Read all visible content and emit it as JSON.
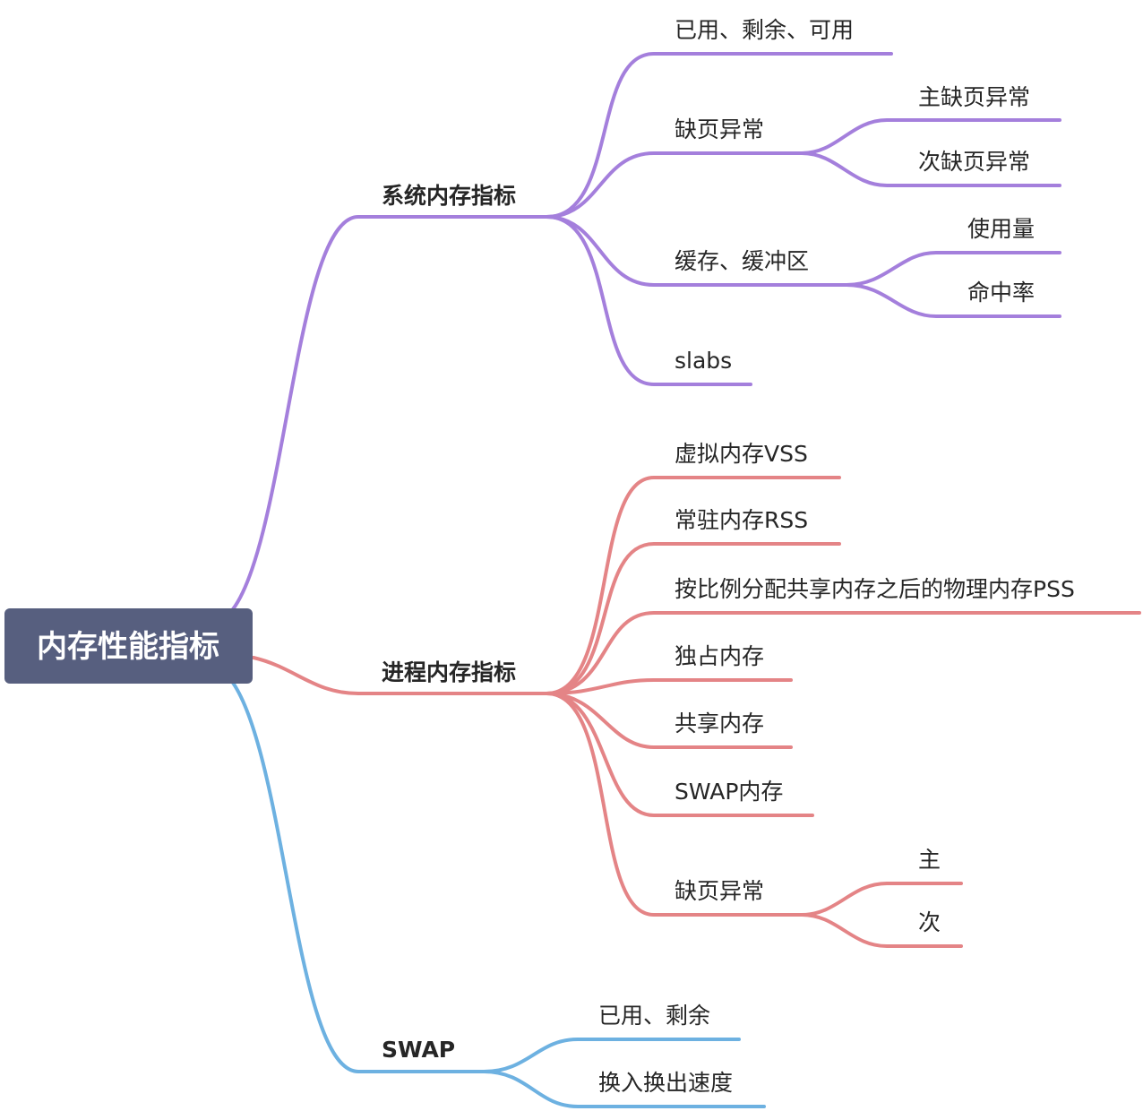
{
  "colors": {
    "root_bg": "#575f7f",
    "root_text": "#ffffff",
    "branch_system": "#a47fdc",
    "branch_process": "#e48486",
    "branch_swap": "#6db1e1",
    "text": "#262626"
  },
  "root": {
    "label": "内存性能指标"
  },
  "branches": {
    "system": {
      "label": "系统内存指标",
      "items": {
        "used": {
          "label": "已用、剩余、可用"
        },
        "pagefault": {
          "label": "缺页异常",
          "children": {
            "major": "主缺页异常",
            "minor": "次缺页异常"
          }
        },
        "cache": {
          "label": "缓存、缓冲区",
          "children": {
            "usage": "使用量",
            "hitrate": "命中率"
          }
        },
        "slabs": {
          "label": "slabs"
        }
      }
    },
    "process": {
      "label": "进程内存指标",
      "items": {
        "vss": {
          "label": "虚拟内存VSS"
        },
        "rss": {
          "label": "常驻内存RSS"
        },
        "pss": {
          "label": "按比例分配共享内存之后的物理内存PSS"
        },
        "uss": {
          "label": "独占内存"
        },
        "shared": {
          "label": "共享内存"
        },
        "swap": {
          "label": "SWAP内存"
        },
        "pagefault": {
          "label": "缺页异常",
          "children": {
            "major": "主",
            "minor": "次"
          }
        }
      }
    },
    "swap": {
      "label": "SWAP",
      "items": {
        "used": {
          "label": "已用、剩余"
        },
        "speed": {
          "label": "换入换出速度"
        }
      }
    }
  }
}
